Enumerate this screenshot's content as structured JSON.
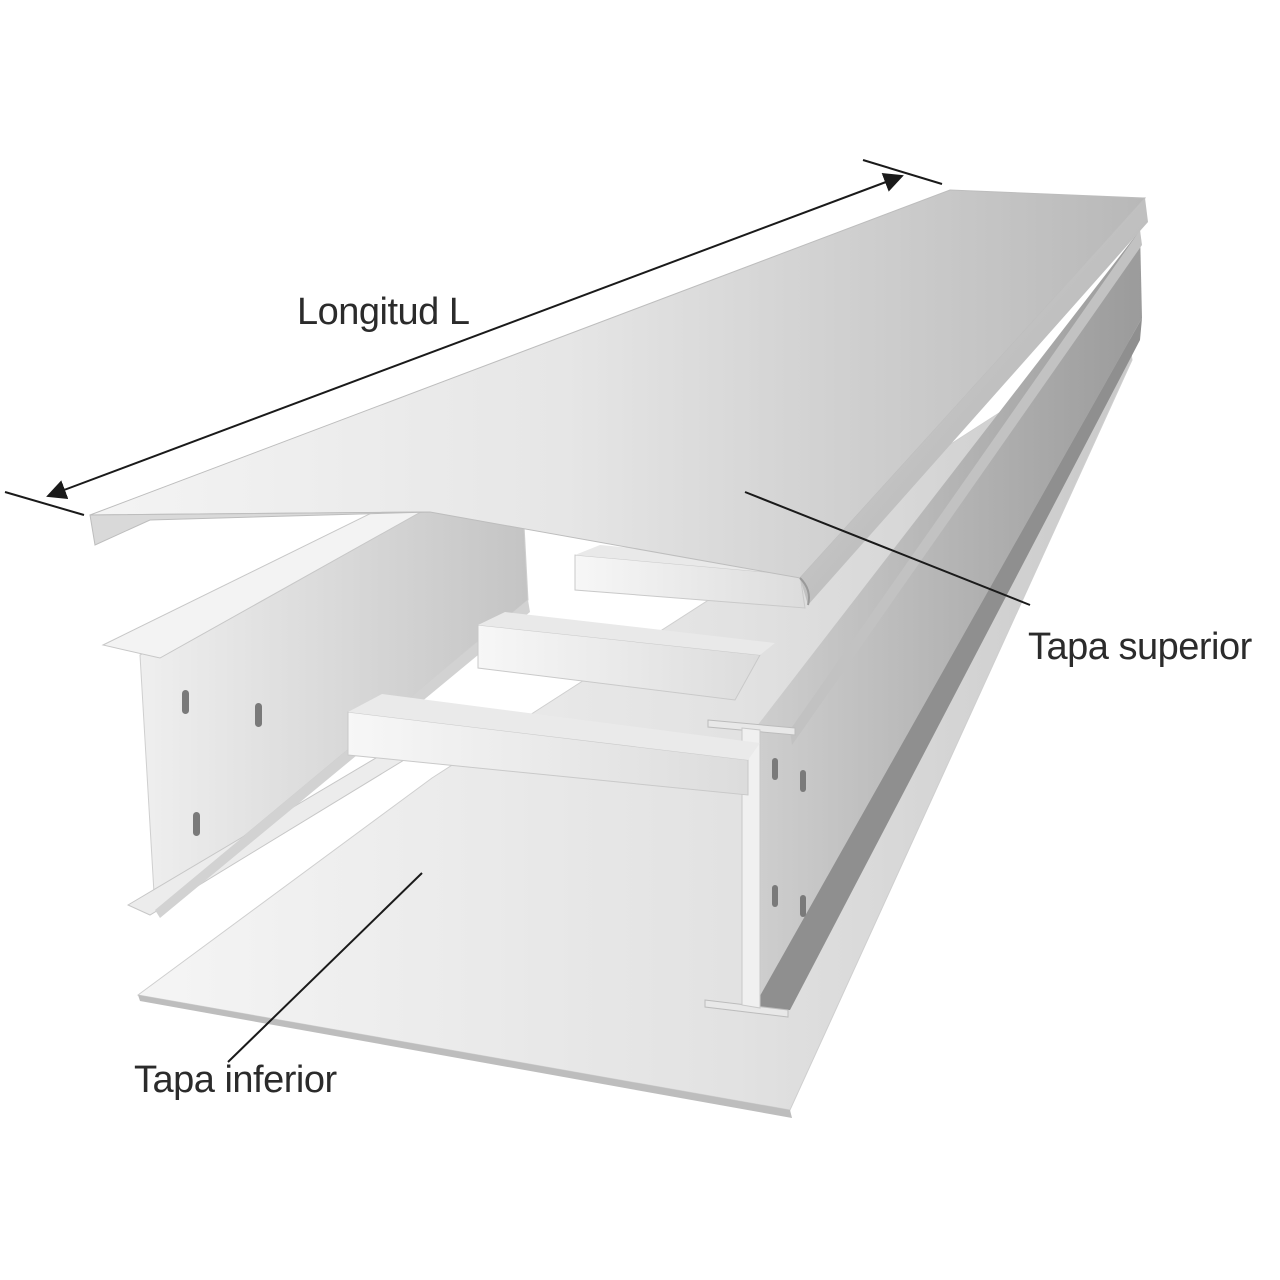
{
  "labels": {
    "length": "Longitud L",
    "top_cover": "Tapa superior",
    "bottom_cover": "Tapa inferior"
  },
  "colors": {
    "background": "#ffffff",
    "metal_light": "#f2f2f2",
    "metal_mid": "#d6d6d6",
    "metal_dark": "#9a9a9a",
    "line": "#1a1a1a",
    "text": "#2b2b2b"
  }
}
